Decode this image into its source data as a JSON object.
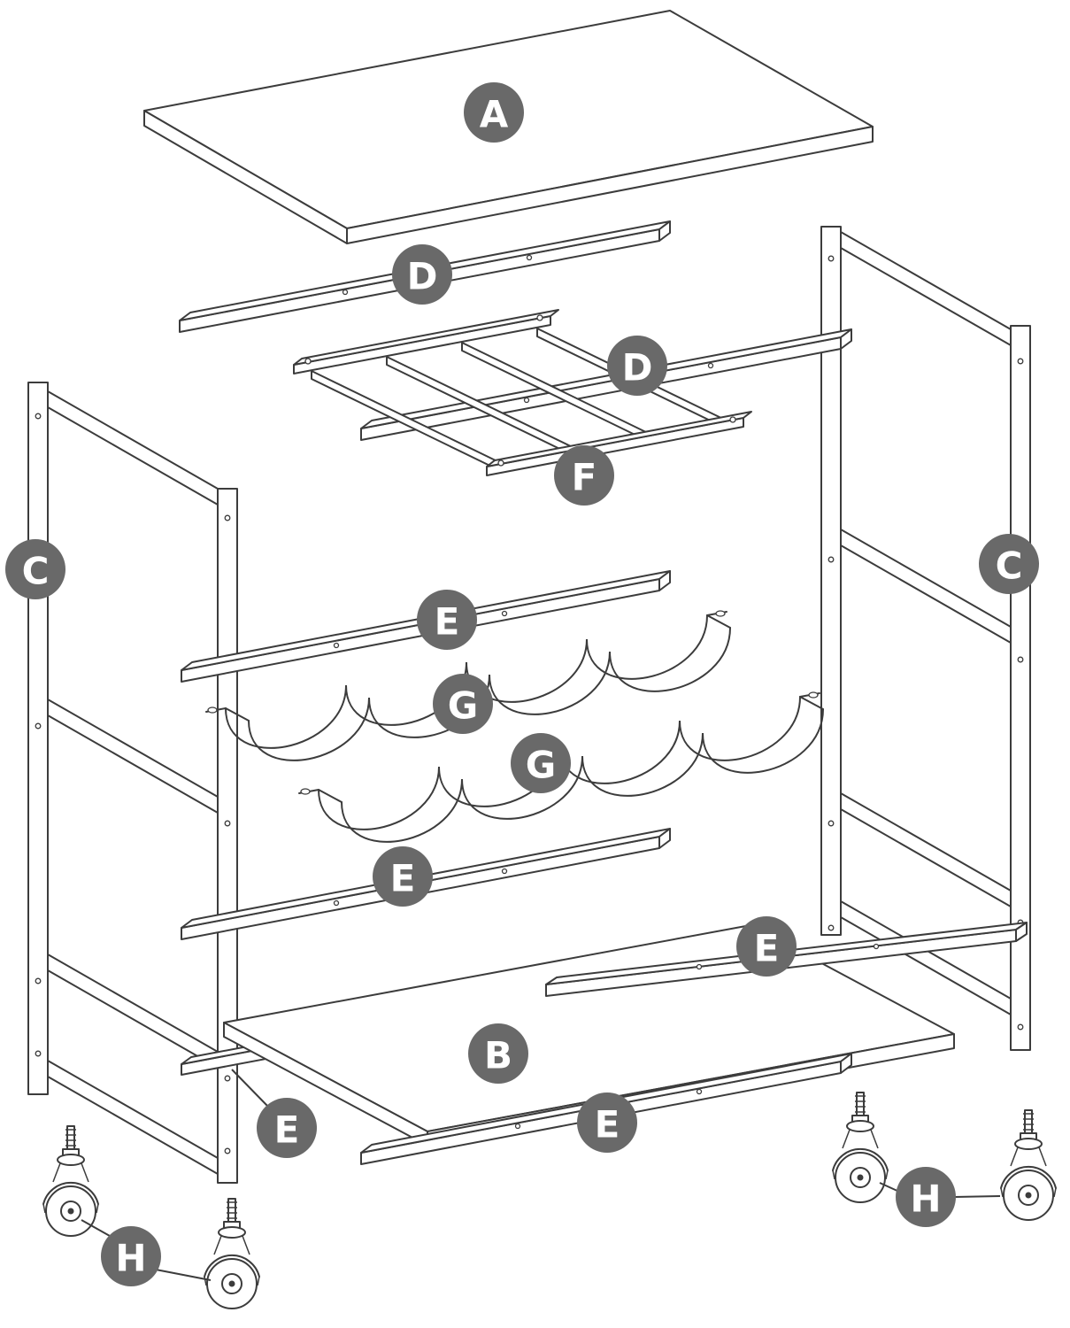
{
  "diagram": {
    "type": "exploded-assembly-diagram",
    "subject": "wine rack serving cart assembly parts",
    "colors": {
      "background": "#ffffff",
      "line": "#3c3c3c",
      "label_bg": "#696969",
      "label_text": "#ffffff"
    },
    "labels": [
      {
        "letter": "A",
        "part": "top-panel"
      },
      {
        "letter": "D",
        "part": "support-rail"
      },
      {
        "letter": "D",
        "part": "support-rail"
      },
      {
        "letter": "F",
        "part": "stemware-rack"
      },
      {
        "letter": "C",
        "part": "side-frame-left"
      },
      {
        "letter": "C",
        "part": "side-frame-right"
      },
      {
        "letter": "E",
        "part": "support-bar"
      },
      {
        "letter": "G",
        "part": "wine-bottle-row"
      },
      {
        "letter": "G",
        "part": "wine-bottle-row"
      },
      {
        "letter": "E",
        "part": "support-bar"
      },
      {
        "letter": "E",
        "part": "support-bar"
      },
      {
        "letter": "B",
        "part": "bottom-shelf"
      },
      {
        "letter": "E",
        "part": "support-bar"
      },
      {
        "letter": "E",
        "part": "support-bar"
      },
      {
        "letter": "H",
        "part": "caster-wheels"
      },
      {
        "letter": "H",
        "part": "caster-wheels"
      }
    ]
  }
}
